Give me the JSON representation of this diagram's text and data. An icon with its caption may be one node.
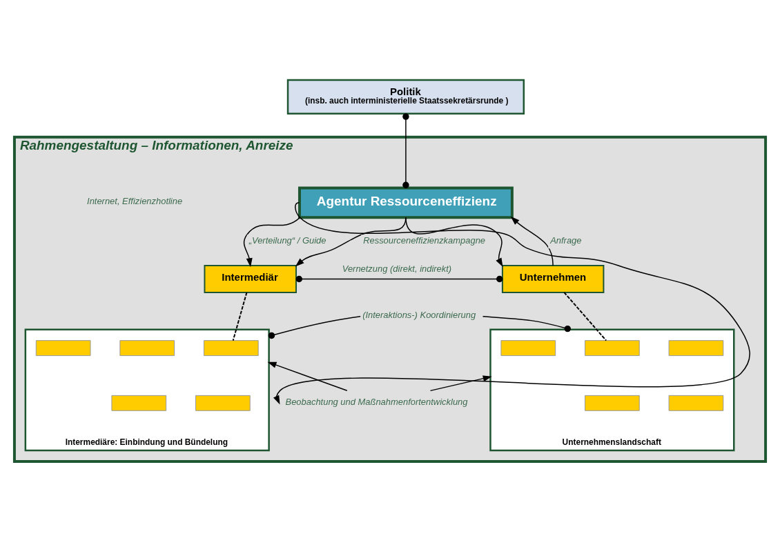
{
  "diagram": {
    "nodes": [
      {
        "text": [
          "Rahmengestaltung – Informationen, Anreize"
        ]
      },
      {
        "text": [
          "Politik",
          "(insb. auch interministerielle Staatssekretärsrunde )"
        ]
      },
      {
        "text": [
          "Agentur Ressourceneffizienz"
        ],
        "in": 0
      },
      {
        "text": [
          "Intermediär"
        ],
        "in": 0
      },
      {
        "text": [
          "Unternehmen"
        ],
        "in": 0
      },
      {
        "text": [
          "Intermediäre: Einbindung und Bündelung"
        ],
        "in": 0
      },
      {
        "text": [],
        "shape": "box",
        "in": 5
      },
      {
        "text": [],
        "shape": "box",
        "in": 5
      },
      {
        "text": [],
        "shape": "box",
        "in": 5
      },
      {
        "text": [],
        "shape": "box",
        "in": 5
      },
      {
        "text": [],
        "shape": "box",
        "in": 5
      },
      {
        "text": [
          "Unternehmenslandschaft"
        ],
        "in": 0
      },
      {
        "text": [],
        "shape": "box",
        "in": 11
      },
      {
        "text": [],
        "shape": "box",
        "in": 11
      },
      {
        "text": [],
        "shape": "box",
        "in": 11
      },
      {
        "text": [],
        "shape": "box",
        "in": 11
      },
      {
        "text": [],
        "shape": "box",
        "in": 11
      },
      {
        "text": [
          "Beobachtung und Maßnahmenfortentwicklung"
        ],
        "in": 0
      }
    ],
    "edges": [
      {
        "from": 1,
        "to": 2,
        "arrow": "other"
      },
      {
        "from": 2,
        "to": 3,
        "arrow": "to",
        "label": "„Verteilung“ / Guide"
      },
      {
        "from": 4,
        "to": 2,
        "arrow": "to",
        "label": "Anfrage"
      },
      {
        "from": 2,
        "to": 3,
        "arrow": "to",
        "label": "Ressourceneffizienzkampagne"
      },
      {
        "from": 2,
        "to": 4,
        "arrow": "to"
      },
      {
        "from": 3,
        "to": 4,
        "arrow": "other",
        "label": "Vernetzung (direkt, indirekt)"
      },
      {
        "from": 3,
        "to": 7,
        "arrow": "none",
        "style": "dashed"
      },
      {
        "from": 4,
        "to": 13,
        "arrow": "none",
        "style": "dashed"
      },
      {
        "from": 5,
        "to": 11,
        "arrow": "other",
        "label": "(Interaktions-) Koordinierung"
      },
      {
        "from": 17,
        "to": 5,
        "arrow": "to"
      },
      {
        "from": 17,
        "to": 11,
        "arrow": "to"
      },
      {
        "from": 2,
        "to": 17,
        "arrow": "to"
      }
    ],
    "labels": [
      "Internet, Effizienzhotline"
    ]
  }
}
